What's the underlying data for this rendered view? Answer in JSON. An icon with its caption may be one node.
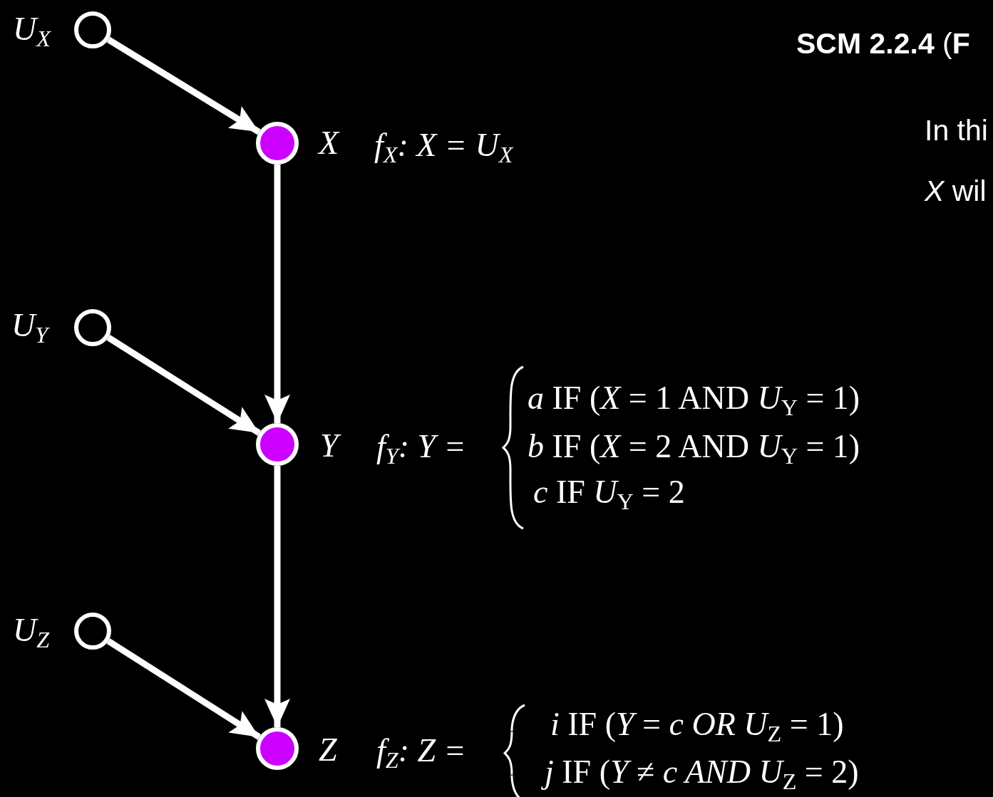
{
  "diagram": {
    "title": "**SCM 2.2.4** (**F**",
    "nodes": [
      {
        "text": [],
        "shape": "circle",
        "beside": [
          "U$_{X}$"
        ]
      },
      {
        "text": [],
        "shape": "circle",
        "beside": [
          "X",
          "f$_{X}$: X = U$_{X}$"
        ]
      },
      {
        "text": [],
        "shape": "circle",
        "beside": [
          "U$_{Y}$"
        ]
      },
      {
        "text": [],
        "shape": "circle",
        "beside": [
          "Y",
          "f$_{Y}$: Y =",
          "*a* IF (*X* = 1 AND *U*$_{Y}$ = 1)",
          "*b* IF (*X* = 2 AND *U*$_{Y}$ = 1)",
          "*c* IF *U*$_{Y}$ = 2"
        ]
      },
      {
        "text": [],
        "shape": "circle",
        "beside": [
          "U$_{Z}$"
        ]
      },
      {
        "text": [],
        "shape": "circle",
        "beside": [
          "Z",
          "f$_{Z}$: Z =",
          "*i* IF (*Y* = *c OR U*$_{Z}$ = 1)",
          "*j* IF (*Y* ≠ *c AND U*$_{Z}$ = 2)"
        ]
      }
    ],
    "edges": [
      {
        "from": 0,
        "to": 1,
        "arrow": "to"
      },
      {
        "from": 1,
        "to": 3,
        "arrow": "to"
      },
      {
        "from": 2,
        "to": 3,
        "arrow": "to"
      },
      {
        "from": 3,
        "to": 5,
        "arrow": "to"
      },
      {
        "from": 4,
        "to": 5,
        "arrow": "to"
      }
    ],
    "labels": [
      "In thi",
      "*X* wil"
    ]
  }
}
